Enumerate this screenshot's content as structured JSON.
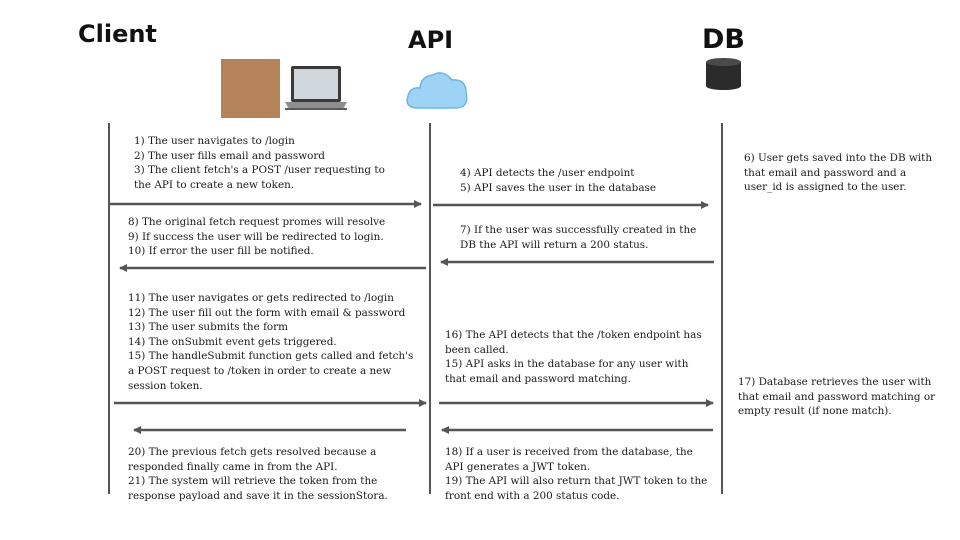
{
  "actors": {
    "client": "Client",
    "api": "API",
    "db": "DB"
  },
  "icons": {
    "client": [
      "box-icon",
      "laptop-icon"
    ],
    "api": "cloud-icon",
    "db": "database-icon"
  },
  "colors": {
    "line": "#555555",
    "box": "#b5835a",
    "cloud": "#9fd3f5",
    "database": "#2b2b2b"
  },
  "notes": {
    "n1_3": [
      "1) The user navigates to /login",
      "2) The user fills email and password",
      "3) The client fetch's a POST /user  requesting to",
      "the API to create a new token."
    ],
    "n4_5": [
      "4) API detects the /user endpoint",
      "5) API saves the user in the database"
    ],
    "n6": [
      "6) User gets saved into the DB with",
      "that email and password and a",
      "user_id is assigned to the user."
    ],
    "n8_10": [
      "8) The original fetch  request promes  will resolve",
      "9) If success the user will be redirected to login.",
      "10) If error the user fill be notified."
    ],
    "n7": [
      "7) If the user was successfully created in the",
      "DB the API will return a 200 status."
    ],
    "n11_15": [
      "11) The user navigates or gets redirected  to /login",
      "12) The user  fill out the form with email &  password",
      "13) The user submits the form",
      "14) The onSubmit event gets triggered.",
      "15) The handleSubmit function gets called and fetch's",
      "a POST request to /token in order to create a new",
      "session token."
    ],
    "n16_15": [
      "16) The API detects that the /token endpoint has",
      "been called.",
      "15) API asks in the database for any user with",
      "that email and password matching."
    ],
    "n17": [
      "17) Database retrieves the user with",
      "that email and password matching or",
      "empty result (if none match)."
    ],
    "n20_21": [
      "20) The previous fetch gets resolved because a",
      "responded finally came in from the API.",
      "21) The system will retrieve the token from the",
      "response payload and save it in the sessionStora."
    ],
    "n18_19": [
      "18) If a user is received from the database, the",
      "API generates a JWT token.",
      "19) The API will also return that JWT token to the",
      "front end with a 200 status code."
    ]
  }
}
